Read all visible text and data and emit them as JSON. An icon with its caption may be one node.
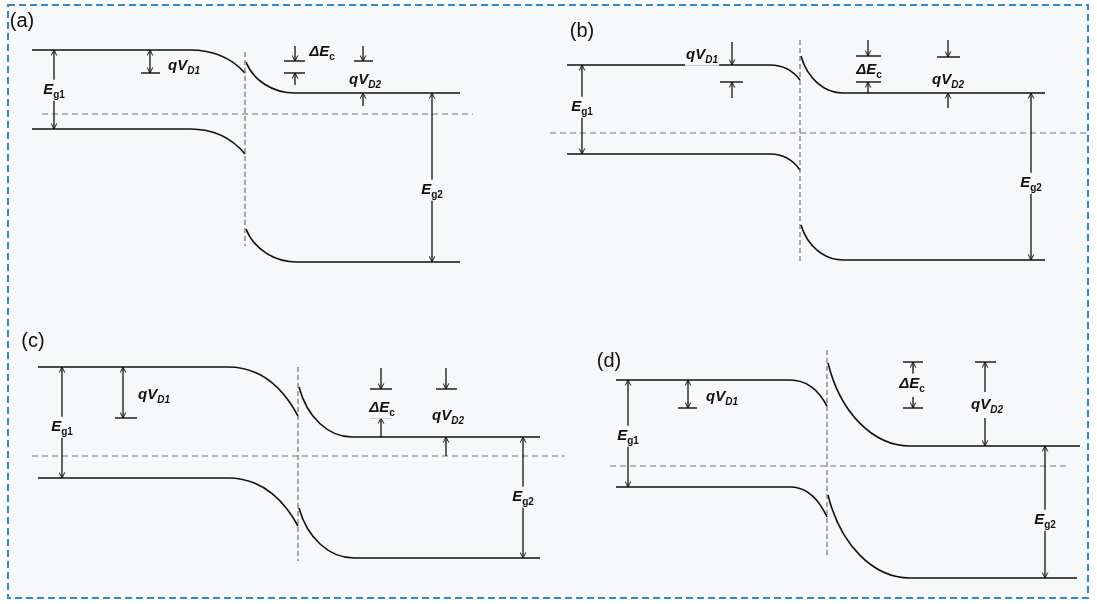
{
  "diagram": {
    "labels": [
      "(a)",
      "*qV*$_{D1}$",
      "*ΔE*$_{c}$",
      "*qV*$_{D2}$",
      "*E*$_{g1}$",
      "*E*$_{g2}$",
      "(b)",
      "*qV*$_{D1}$",
      "*ΔE*$_{c}$",
      "*qV*$_{D2}$",
      "*E*$_{g1}$",
      "*E*$_{g2}$",
      "(c)",
      "*qV*$_{D1}$",
      "*ΔE*$_{c}$",
      "*qV*$_{D2}$",
      "*E*$_{g1}$",
      "*E*$_{g2}$",
      "(d)",
      "*qV*$_{D1}$",
      "*ΔE*$_{c}$",
      "*qV*$_{D2}$",
      "*E*$_{g1}$",
      "*E*$_{g2}$"
    ]
  }
}
